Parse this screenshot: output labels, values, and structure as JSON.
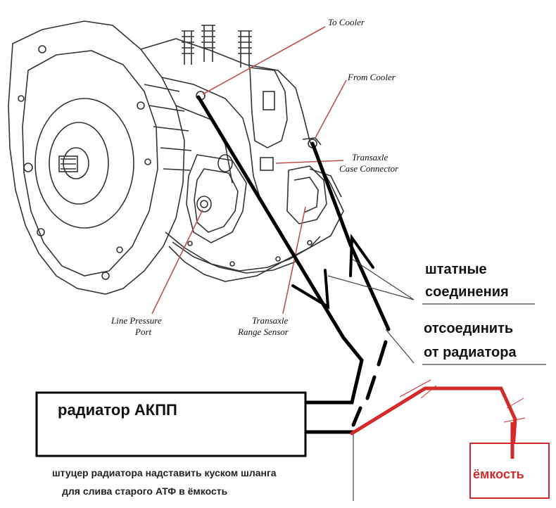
{
  "labels": {
    "to_cooler": "To Cooler",
    "from_cooler": "From Cooler",
    "transaxle_case_connector_line1": "Transaxle",
    "transaxle_case_connector_line2": "Case Connector",
    "line_pressure_port_line1": "Line Pressure",
    "line_pressure_port_line2": "Port",
    "transaxle_range_sensor_line1": "Transaxle",
    "transaxle_range_sensor_line2": "Range Sensor"
  },
  "annotations": {
    "factory_connections_line1": "штатные",
    "factory_connections_line2": "соединения",
    "disconnect_line1": "отсоединить",
    "disconnect_line2": "от радиатора",
    "radiator": "радиатор АКПП",
    "container": "ёмкость",
    "note_line1": "штуцер радиатора надставить куском шланга",
    "note_line2": "для слива старого АТФ в ёмкость"
  },
  "colors": {
    "line": "#000000",
    "leader": "#c0504d",
    "drain": "#d42a2a",
    "drawing": "#333333"
  }
}
